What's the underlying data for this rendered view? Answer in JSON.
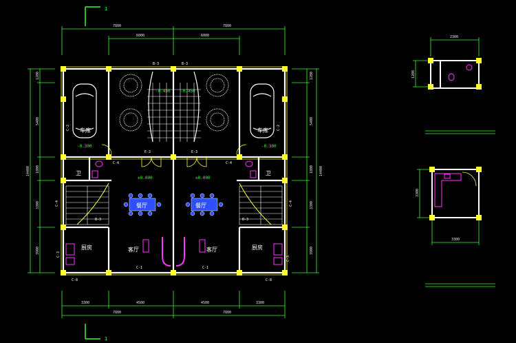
{
  "section_marks": {
    "top": "1",
    "bottom": "1"
  },
  "plan": {
    "dims_top_total": [
      "7800",
      "7800"
    ],
    "dims_top_inner": [
      "6000",
      "6000"
    ],
    "dims_bottom_parts": [
      "3300",
      "4500",
      "4500",
      "3300"
    ],
    "dims_bottom_total": [
      "7800",
      "7800"
    ],
    "dims_left": [
      "1200",
      "5400",
      "1800",
      "3300",
      "3900"
    ],
    "dims_left_total": "14400",
    "dims_right": [
      "1200",
      "5400",
      "1800",
      "3300",
      "3900"
    ],
    "dims_right_total": "14400",
    "axis_labels": [
      "B-3",
      "B-3",
      "E-3",
      "E-3",
      "C-4",
      "C-4",
      "B-3",
      "B-3",
      "C-1",
      "C-1",
      "C-2",
      "C-2",
      "C-8",
      "C-8",
      "C-4",
      "C-4",
      "C-3",
      "C-3"
    ],
    "rooms": {
      "garage": "车库",
      "wc": "卫",
      "dining": "餐厅",
      "living": "客厅",
      "kitchen": "厨房"
    },
    "levels": [
      "-0.450",
      "-0.450",
      "-0.300",
      "-0.300",
      "±0.000",
      "±0.000"
    ]
  },
  "detail_top": {
    "width_dim": "2300",
    "height_dim": "1200"
  },
  "detail_mid": {
    "height_dim": "3300",
    "width_dim": "3300"
  }
}
